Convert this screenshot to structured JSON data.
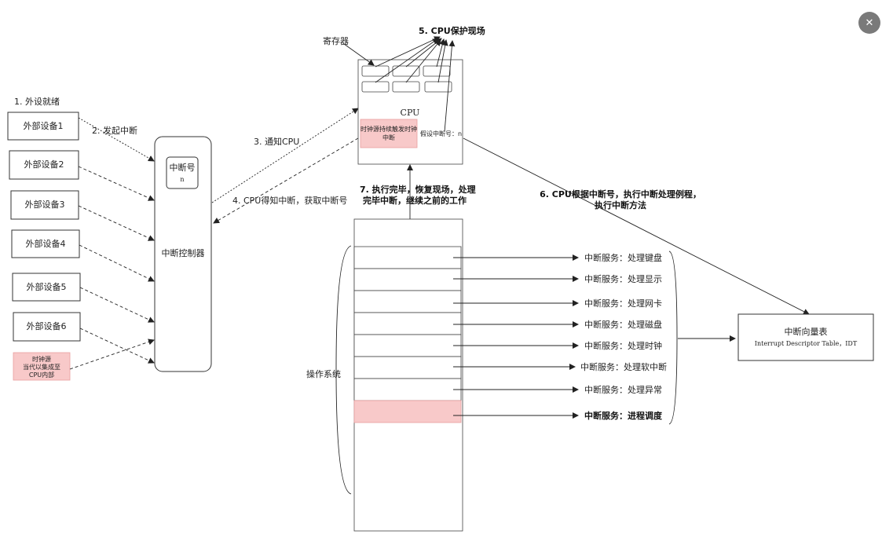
{
  "devices": {
    "ready_label": "1. 外设就绪",
    "items": [
      "外部设备1",
      "外部设备2",
      "外部设备3",
      "外部设备4",
      "外部设备5",
      "外部设备6"
    ],
    "clock_lines": [
      "时钟源",
      "当代以集成至",
      "CPU内部"
    ]
  },
  "steps": {
    "s2": "2. 发起中断",
    "s3": "3. 通知CPU",
    "s4": "4. CPU得知中断，获取中断号",
    "s5": "5. CPU保护现场",
    "s6_lines": [
      "6. CPU根据中断号，执行中断处理例程，",
      "执行中断方法"
    ],
    "s7_lines": [
      "7. 执行完毕，恢复现场，处理",
      "完毕中断，继续之前的工作"
    ]
  },
  "controller": {
    "label": "中断控制器",
    "number_label": "中断号",
    "number_value": "n"
  },
  "cpu": {
    "label": "CPU",
    "register_label": "寄存器",
    "clock_box_lines": [
      "时钟源持续触发时钟",
      "中断"
    ],
    "assumed_number": "假设中断号：n"
  },
  "os": {
    "label": "操作系统"
  },
  "services": [
    "中断服务：处理键盘",
    "中断服务：处理显示",
    "中断服务：处理网卡",
    "中断服务：处理磁盘",
    "中断服务：处理时钟",
    "中断服务：处理软中断",
    "中断服务：处理异常",
    "中断服务：进程调度"
  ],
  "idt": {
    "title": "中断向量表",
    "subtitle": "Interrupt Descriptor Table，IDT"
  },
  "toolbar": {
    "close_icon": "close-icon"
  }
}
